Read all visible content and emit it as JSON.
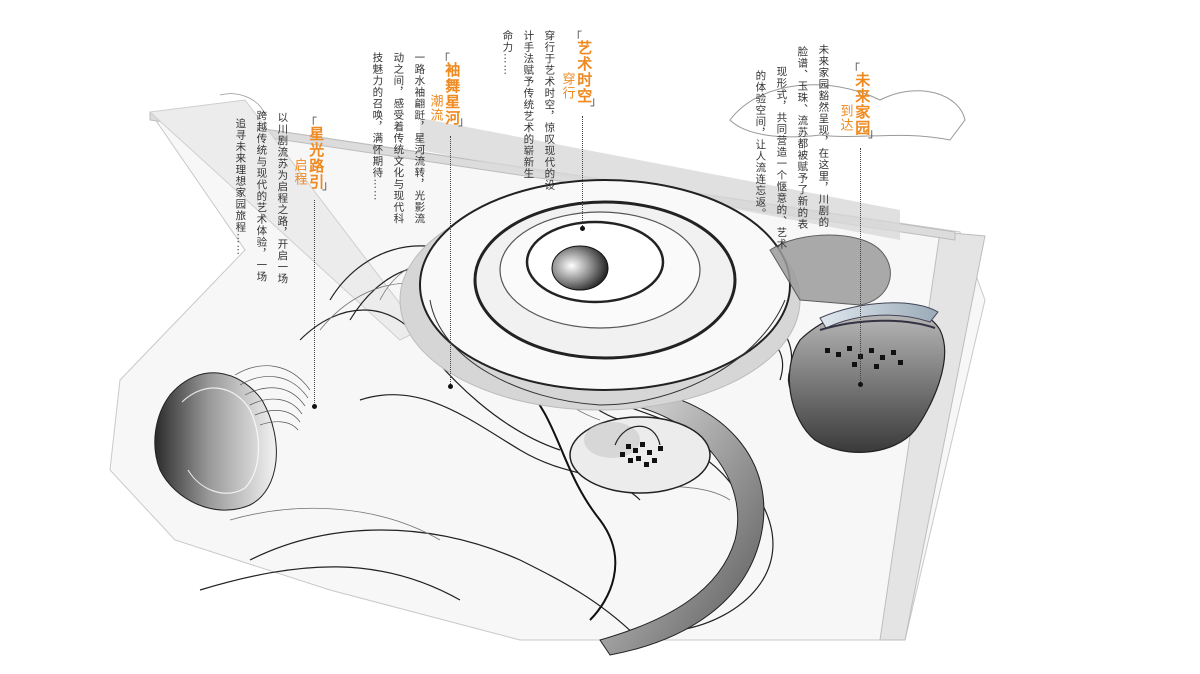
{
  "colors": {
    "accent": "#ef8a21",
    "ink": "#333333",
    "background": "#ffffff"
  },
  "bracket_open": "「",
  "bracket_close": "」",
  "sections": [
    {
      "title": "星光路引",
      "subtitle": "启程",
      "lines": [
        "以川剧流苏为启程之路，开启一场",
        "跨越传统与现代的艺术体验，一场",
        "追寻未来理想家园旅程……"
      ]
    },
    {
      "title": "袖舞星河",
      "subtitle": "潮流",
      "lines": [
        "一路水袖翩跹，星河流转，光影流",
        "动之间，感受着传统文化与现代科",
        "技魅力的召唤，满怀期待……"
      ]
    },
    {
      "title": "艺术时空",
      "subtitle": "穿行",
      "lines": [
        "穿行于艺术时空，惊叹现代的设",
        "计手法赋予传统艺术的崭新生",
        "命力……"
      ]
    },
    {
      "title": "未来家园",
      "subtitle": "到达",
      "lines": [
        "未来家园豁然呈现，在这里，川剧的",
        "脸谱、玉珠、流苏都被赋予了新的表",
        "现形式，共同营造一个惬意的、艺术",
        "的体验空间，让人流连忘返。"
      ]
    }
  ]
}
